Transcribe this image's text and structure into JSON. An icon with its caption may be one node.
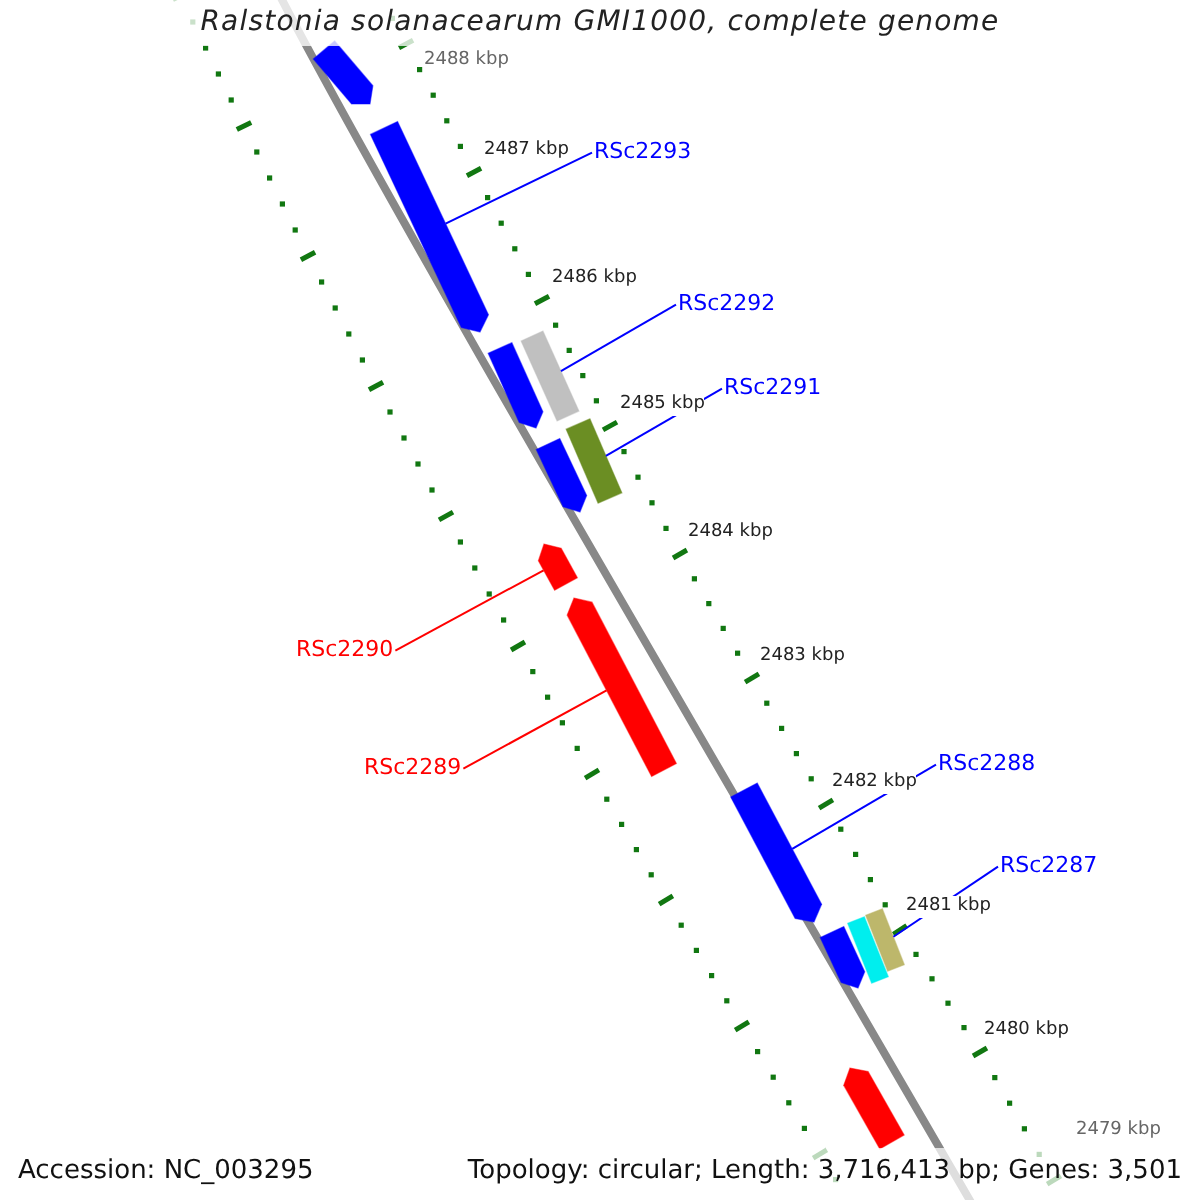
{
  "diagram": {
    "title": "Ralstonia solanacearum GMI1000, complete genome",
    "nodes": [
      {
        "text": [],
        "shape": "bar"
      },
      {
        "text": [],
        "shape": "bar"
      },
      {
        "text": [
          "RSc2293"
        ]
      },
      {
        "text": [
          "RSc2292"
        ]
      },
      {
        "text": [],
        "shape": "bar"
      },
      {
        "text": [],
        "shape": "bar"
      },
      {
        "text": [
          "RSc2291"
        ]
      },
      {
        "text": [],
        "shape": "bar"
      },
      {
        "text": [],
        "shape": "bar"
      },
      {
        "text": [],
        "shape": "bar"
      },
      {
        "text": [],
        "shape": "bar"
      },
      {
        "text": [
          "RSc2290"
        ]
      },
      {
        "text": [
          "RSc2289"
        ]
      },
      {
        "text": [
          "RSc2288"
        ]
      },
      {
        "text": [],
        "shape": "bar"
      },
      {
        "text": [
          "RSc2287"
        ]
      },
      {
        "text": [],
        "shape": "bar"
      },
      {
        "text": [],
        "shape": "bar"
      },
      {
        "text": [],
        "shape": "bar"
      },
      {
        "text": [],
        "shape": "bar"
      }
    ],
    "edges": [
      {
        "from": 2,
        "to": 1,
        "arrow": "none"
      },
      {
        "from": 3,
        "to": 4,
        "arrow": "none"
      },
      {
        "from": 6,
        "to": 7,
        "arrow": "none"
      },
      {
        "from": 11,
        "to": 9,
        "arrow": "none",
        "color": "#ff0000"
      },
      {
        "from": 12,
        "to": 10,
        "arrow": "none",
        "color": "#ff0000"
      },
      {
        "from": 13,
        "to": 14,
        "arrow": "none"
      },
      {
        "from": 15,
        "to": 16,
        "arrow": "none"
      }
    ],
    "labels": [
      "2488 kbp",
      "2487 kbp",
      "2486 kbp",
      "2485 kbp",
      "2484 kbp",
      "2483 kbp",
      "2482 kbp",
      "2481 kbp",
      "2480 kbp",
      "2479 kbp",
      "Accession: NC_003295",
      "Topology: circular; Length: 3,716,413 bp; Genes: 3,501"
    ]
  }
}
